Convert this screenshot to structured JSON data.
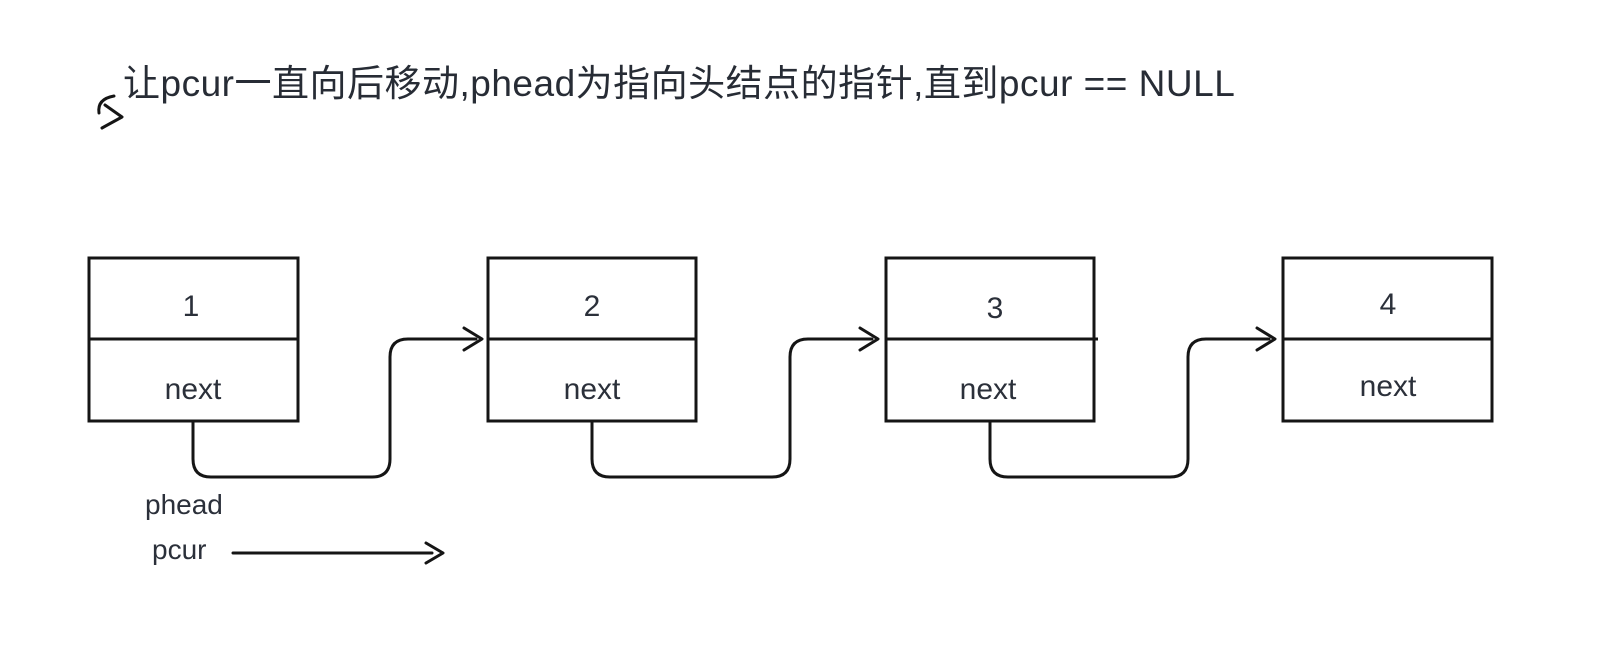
{
  "title": {
    "text": "让pcur一直向后移动,phead为指向头结点的指针,直到pcur == NULL"
  },
  "list": {
    "nodes": [
      {
        "value": "1",
        "next_label": "next"
      },
      {
        "value": "2",
        "next_label": "next"
      },
      {
        "value": "3",
        "next_label": "next"
      },
      {
        "value": "4",
        "next_label": "next"
      }
    ]
  },
  "pointers": {
    "phead_label": "phead",
    "pcur_label": "pcur"
  },
  "icons": {
    "annotation_arrow": "small-right-arrow",
    "next_arrows": "right-arrowhead",
    "pcur_arrow": "right-arrow"
  },
  "colors": {
    "background": "#ffffff",
    "line": "#151515",
    "text": "#2b303a",
    "title_text": "#272c35"
  }
}
